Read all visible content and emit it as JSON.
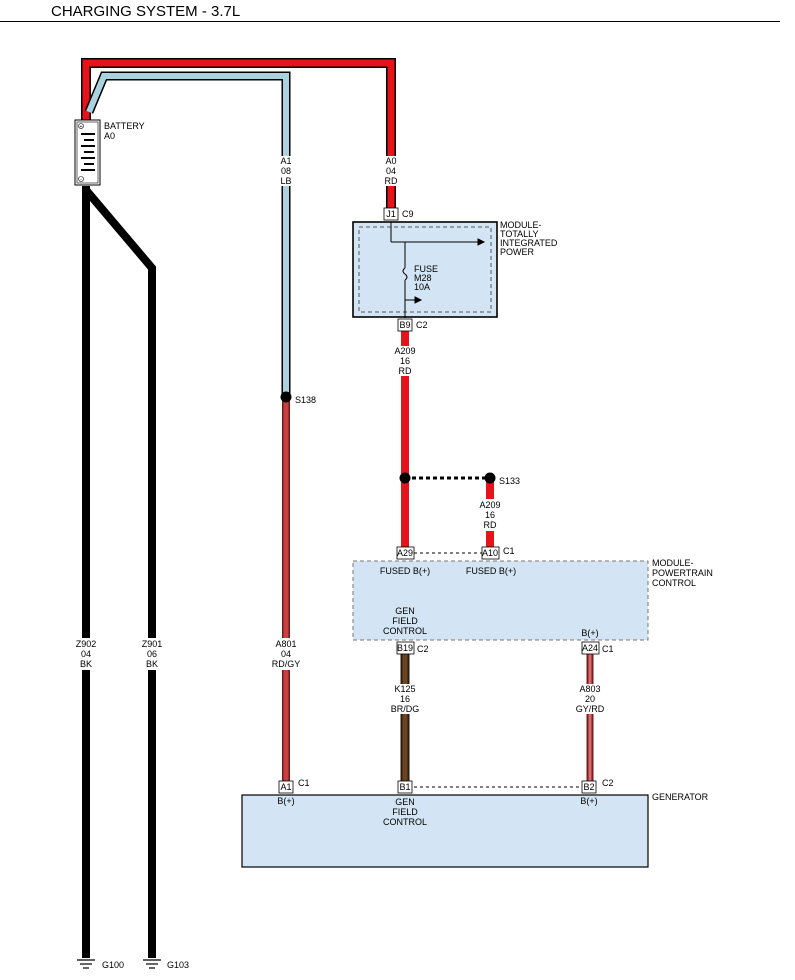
{
  "title": "CHARGING SYSTEM - 3.7L",
  "colors": {
    "red": "#e4141b",
    "light_blue": "#aad3df",
    "black": "#000000",
    "brown_dg": "#5a3a1c",
    "gy_rd": "#c04848",
    "rd_gy": "#b83232",
    "module_fill": "#d3e5f4"
  },
  "battery": {
    "name": "BATTERY",
    "id": "A0",
    "plus": "+",
    "minus": "-"
  },
  "tipm": {
    "name_lines": [
      "MODULE-",
      "TOTALLY",
      "INTEGRATED",
      "POWER"
    ],
    "fuse_lines": [
      "FUSE",
      "M28",
      "10A"
    ],
    "pin_in": "J1",
    "conn_in": "C9",
    "pin_out": "B9",
    "conn_out": "C2"
  },
  "pcm": {
    "name_lines": [
      "MODULE-",
      "POWERTRAIN",
      "CONTROL"
    ],
    "pin_a29": "A29",
    "pin_a10": "A10",
    "conn_c1": "C1",
    "label_a29": "FUSED B(+)",
    "label_a10": "FUSED B(+)",
    "gen_field_lines": [
      "GEN",
      "FIELD",
      "CONTROL"
    ],
    "bplus_label": "B(+)",
    "pin_b19": "B19",
    "conn_b19": "C2",
    "pin_a24": "A24",
    "conn_a24": "C1"
  },
  "generator": {
    "name": "GENERATOR",
    "pin_a1": "A1",
    "conn_a1": "C1",
    "label_a1": "B(+)",
    "pin_b1": "B1",
    "gen_field_lines": [
      "GEN",
      "FIELD",
      "CONTROL"
    ],
    "pin_b2": "B2",
    "conn_b2": "C2",
    "label_b2": "B(+)"
  },
  "splices": {
    "s138": "S138",
    "s133": "S133"
  },
  "grounds": {
    "g100": "G100",
    "g103": "G103"
  },
  "wires": {
    "a1": [
      "A1",
      "08",
      "LB"
    ],
    "a0": [
      "A0",
      "04",
      "RD"
    ],
    "a209_top": [
      "A209",
      "16",
      "RD"
    ],
    "a209_s133": [
      "A209",
      "16",
      "RD"
    ],
    "a801": [
      "A801",
      "04",
      "RD/GY"
    ],
    "k125": [
      "K125",
      "16",
      "BR/DG"
    ],
    "a803": [
      "A803",
      "20",
      "GY/RD"
    ],
    "z902": [
      "Z902",
      "04",
      "BK"
    ],
    "z901": [
      "Z901",
      "06",
      "BK"
    ]
  }
}
